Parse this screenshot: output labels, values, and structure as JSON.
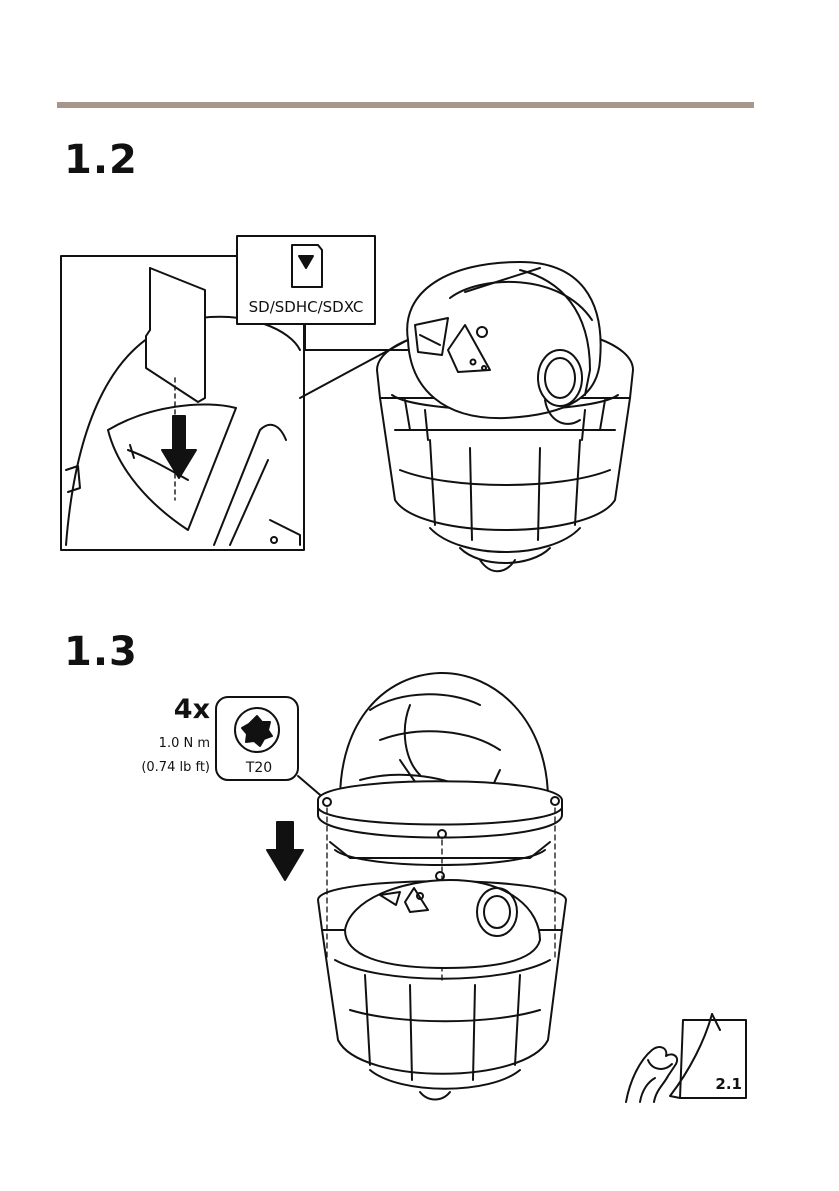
{
  "steps": [
    {
      "number": "1.2",
      "callout_label": "SD/SDHC/SDXC"
    },
    {
      "number": "1.3",
      "quantity": "4x",
      "torque_metric": "1.0 N m",
      "torque_imperial": "(0.74 lb ft)",
      "tool": "T20"
    }
  ],
  "next_reference": "2.1",
  "colors": {
    "rule": "#a7968b",
    "line": "#111111"
  },
  "icons": [
    "sd-card-icon",
    "torx-icon",
    "down-arrow-icon",
    "hand-page-turn-icon"
  ]
}
